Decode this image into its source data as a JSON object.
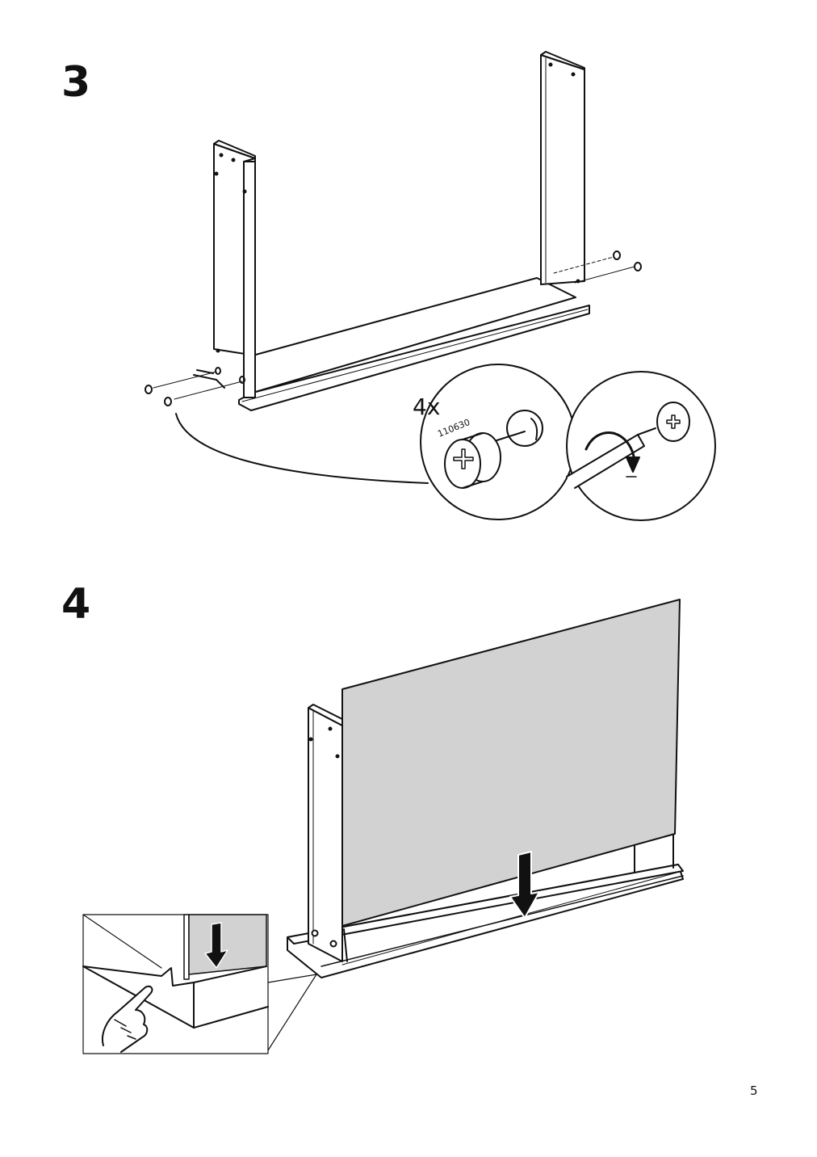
{
  "steps": [
    {
      "number": "3",
      "fitting": {
        "quantity": "4x",
        "part_number": "110630"
      }
    },
    {
      "number": "4"
    }
  ],
  "page": {
    "number": "5"
  },
  "colors": {
    "line": "#111111",
    "panel_fill": "#d2d2d2",
    "background": "#ffffff"
  },
  "icons": [
    "arrow-down-icon",
    "rotate-clockwise-icon",
    "pointing-hand-icon",
    "cam-lock-fitting-icon",
    "screwdriver-icon"
  ]
}
